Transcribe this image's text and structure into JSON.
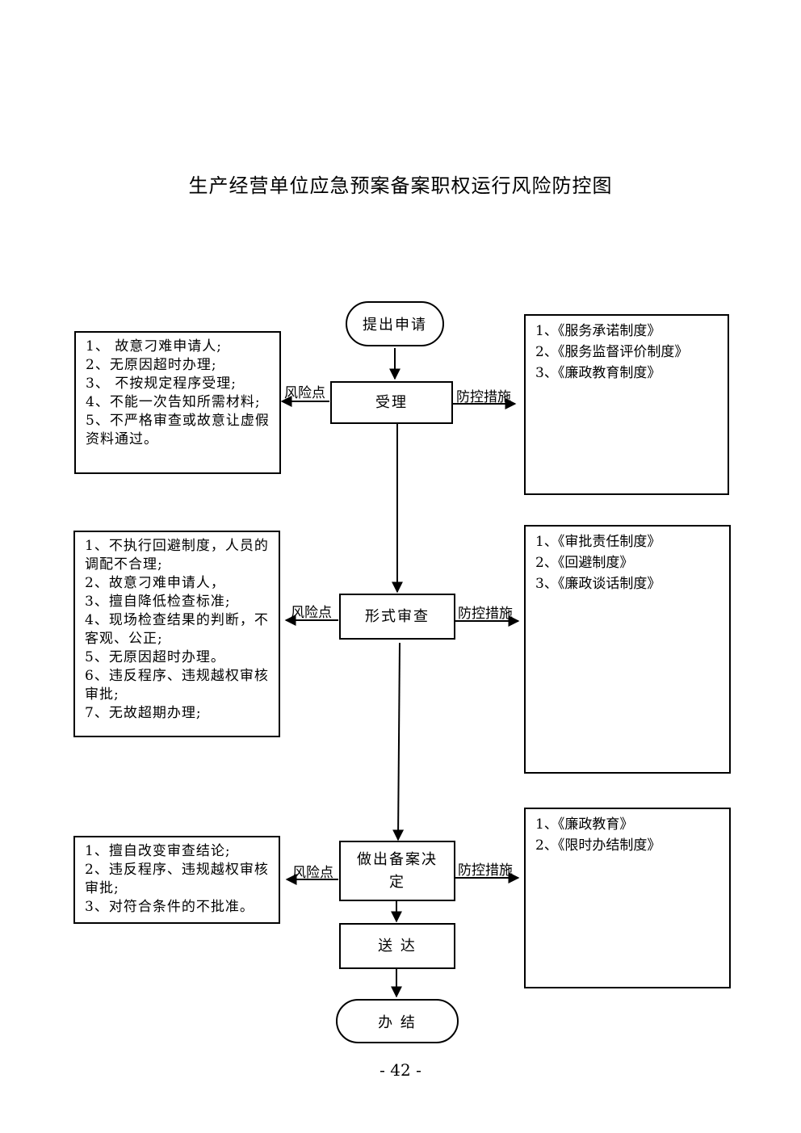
{
  "title": "生产经营单位应急预案备案职权运行风险防控图",
  "page_number": "- 42 -",
  "flow": {
    "start": "提出申请",
    "steps": [
      "受理",
      "形式审查",
      "做出备案决定",
      "送 达"
    ],
    "end": "办   结"
  },
  "labels": {
    "risk": "风险点",
    "control": "防控措施"
  },
  "risks": [
    [
      "1、  故意刁难申请人;",
      "2、无原因超时办理;",
      "3、  不按规定程序受理;",
      "4、不能一次告知所需材料;",
      "5、不严格审查或故意让虚假资料通过。"
    ],
    [
      "1、不执行回避制度，人员的调配不合理;",
      "2、故意刁难申请人，",
      "3、擅自降低检查标准;",
      "4、现场检查结果的判断，不客观、公正;",
      "5、无原因超时办理。",
      "6、违反程序、违规越权审核审批;",
      "7、无故超期办理;"
    ],
    [
      "1、擅自改变审查结论;",
      "2、违反程序、违规越权审核审批;",
      "3、对符合条件的不批准。"
    ]
  ],
  "controls": [
    [
      "1、《服务承诺制度》",
      "2、《服务监督评价制度》",
      "3、《廉政教育制度》"
    ],
    [
      "1、《审批责任制度》",
      "2、《回避制度》",
      "3、《廉政谈话制度》"
    ],
    [
      "1、《廉政教育》",
      "2、《限时办结制度》"
    ]
  ]
}
